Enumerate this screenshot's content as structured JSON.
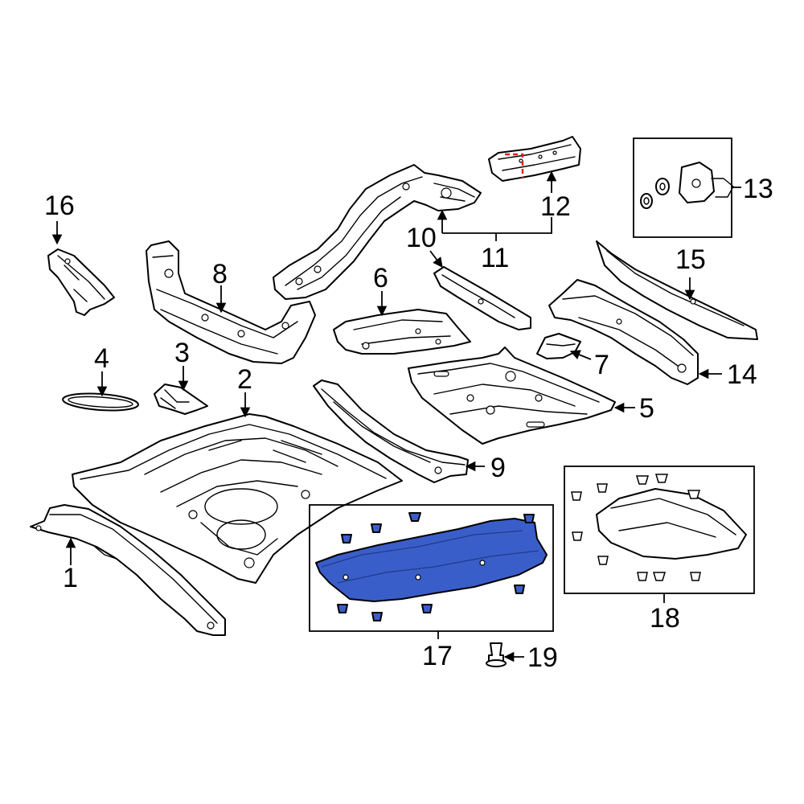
{
  "colors": {
    "highlight": "#3a5ec9",
    "highlight_dash": "#e02020",
    "line": "#000000",
    "background": "#ffffff"
  },
  "callouts": {
    "c1": "1",
    "c2": "2",
    "c3": "3",
    "c4": "4",
    "c5": "5",
    "c6": "6",
    "c7": "7",
    "c8": "8",
    "c9": "9",
    "c10": "10",
    "c11": "11",
    "c12": "12",
    "c13": "13",
    "c14": "14",
    "c15": "15",
    "c16": "16",
    "c17": "17",
    "c18": "18",
    "c19": "19"
  },
  "highlighted_part": "17"
}
